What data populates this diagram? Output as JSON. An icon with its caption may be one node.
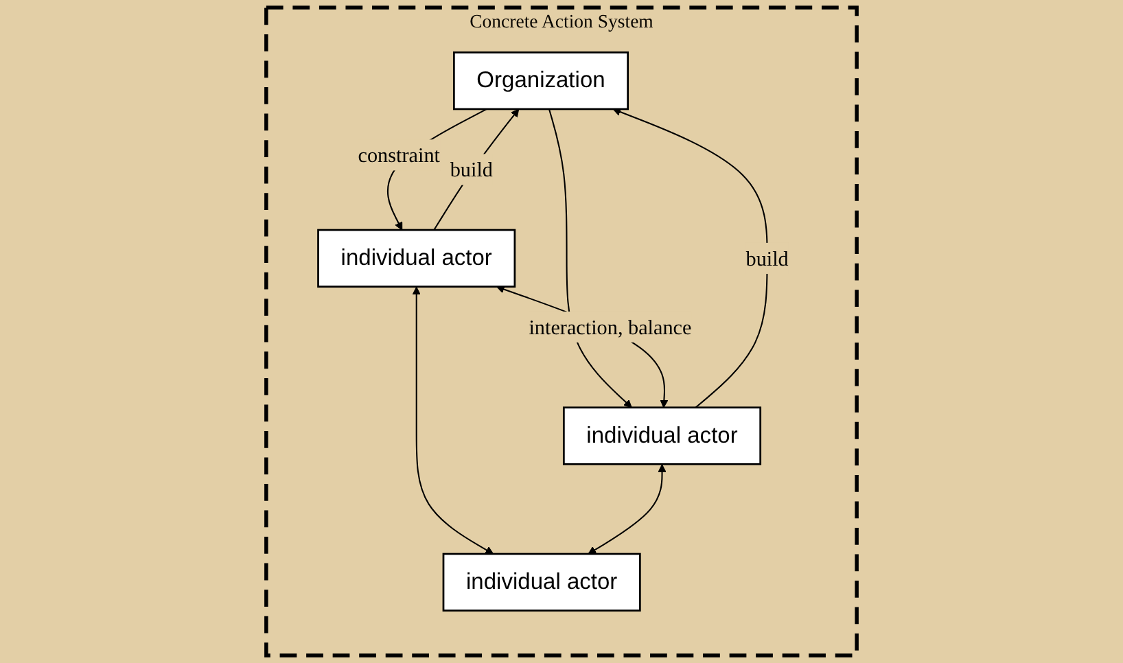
{
  "diagram": {
    "nodes": [
      {
        "text": [
          "Concrete Action System"
        ]
      },
      {
        "text": [
          "Organization"
        ],
        "in": 0
      },
      {
        "text": [
          "individual actor"
        ],
        "in": 0
      },
      {
        "text": [
          "individual actor"
        ],
        "in": 0
      },
      {
        "text": [
          "individual actor"
        ],
        "in": 0
      }
    ],
    "edges": [
      {
        "from": 2,
        "to": 1,
        "arrow": "to",
        "label": "build"
      },
      {
        "from": 1,
        "to": 2,
        "arrow": "to",
        "label": "constraint"
      },
      {
        "from": 1,
        "to": 3,
        "arrow": "to"
      },
      {
        "from": 3,
        "to": 1,
        "arrow": "to",
        "label": "build"
      },
      {
        "from": 2,
        "to": 3,
        "arrow": "both",
        "label": "interaction, balance"
      },
      {
        "from": 2,
        "to": 4,
        "arrow": "both"
      },
      {
        "from": 3,
        "to": 4,
        "arrow": "both"
      }
    ]
  }
}
